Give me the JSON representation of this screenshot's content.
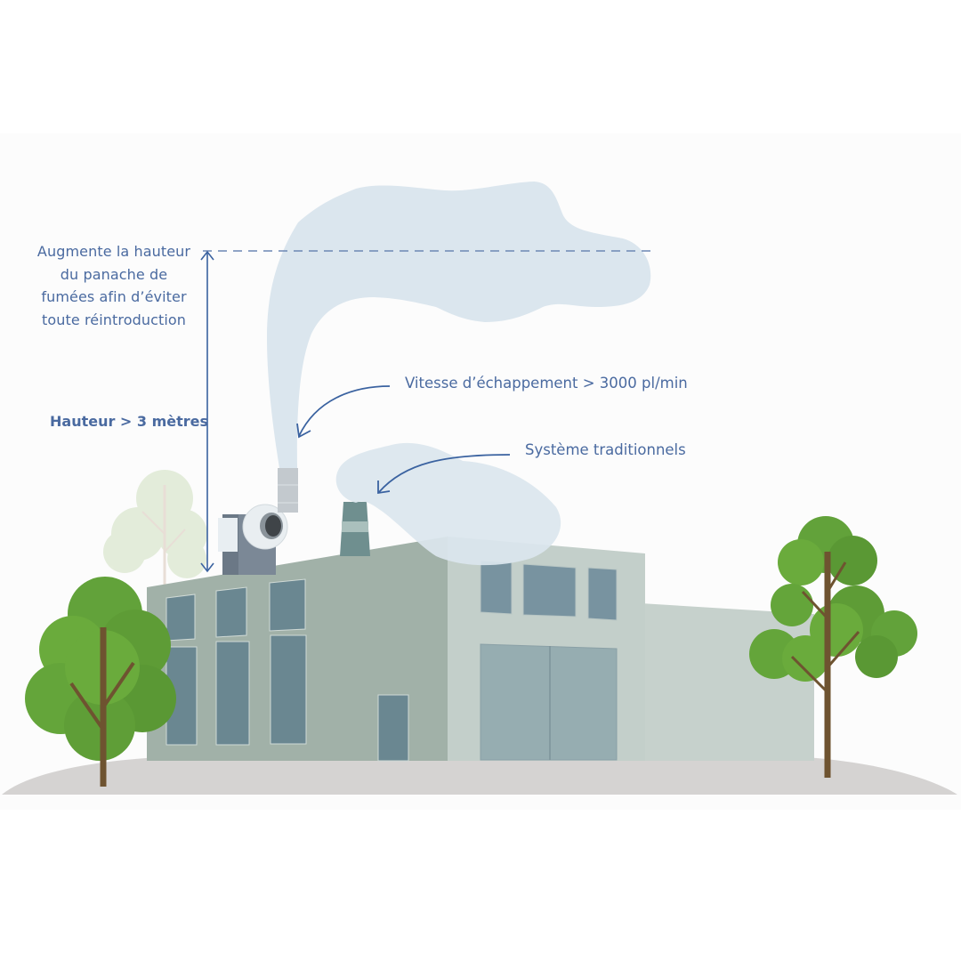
{
  "annotations": {
    "plume_height": {
      "lines": [
        "Augmente la hauteur",
        "du panache de",
        "fumées afin d’éviter",
        "toute réintroduction"
      ]
    },
    "height": "Hauteur > 3 mètres",
    "exhaust_speed": "Vitesse d’échappement > 3000 pl/min",
    "traditional": "Système traditionnels"
  },
  "colors": {
    "annotation_text": "#4a6aa0",
    "arrow": "#3a62a0",
    "smoke": "#dbe6ee",
    "building_front": "#9fb0a7",
    "building_side": "#c3d0cb",
    "window": "#6a8791",
    "ground": "#d5d3d2",
    "tree_green": "#6aab3c",
    "tree_trunk": "#6e5330"
  }
}
